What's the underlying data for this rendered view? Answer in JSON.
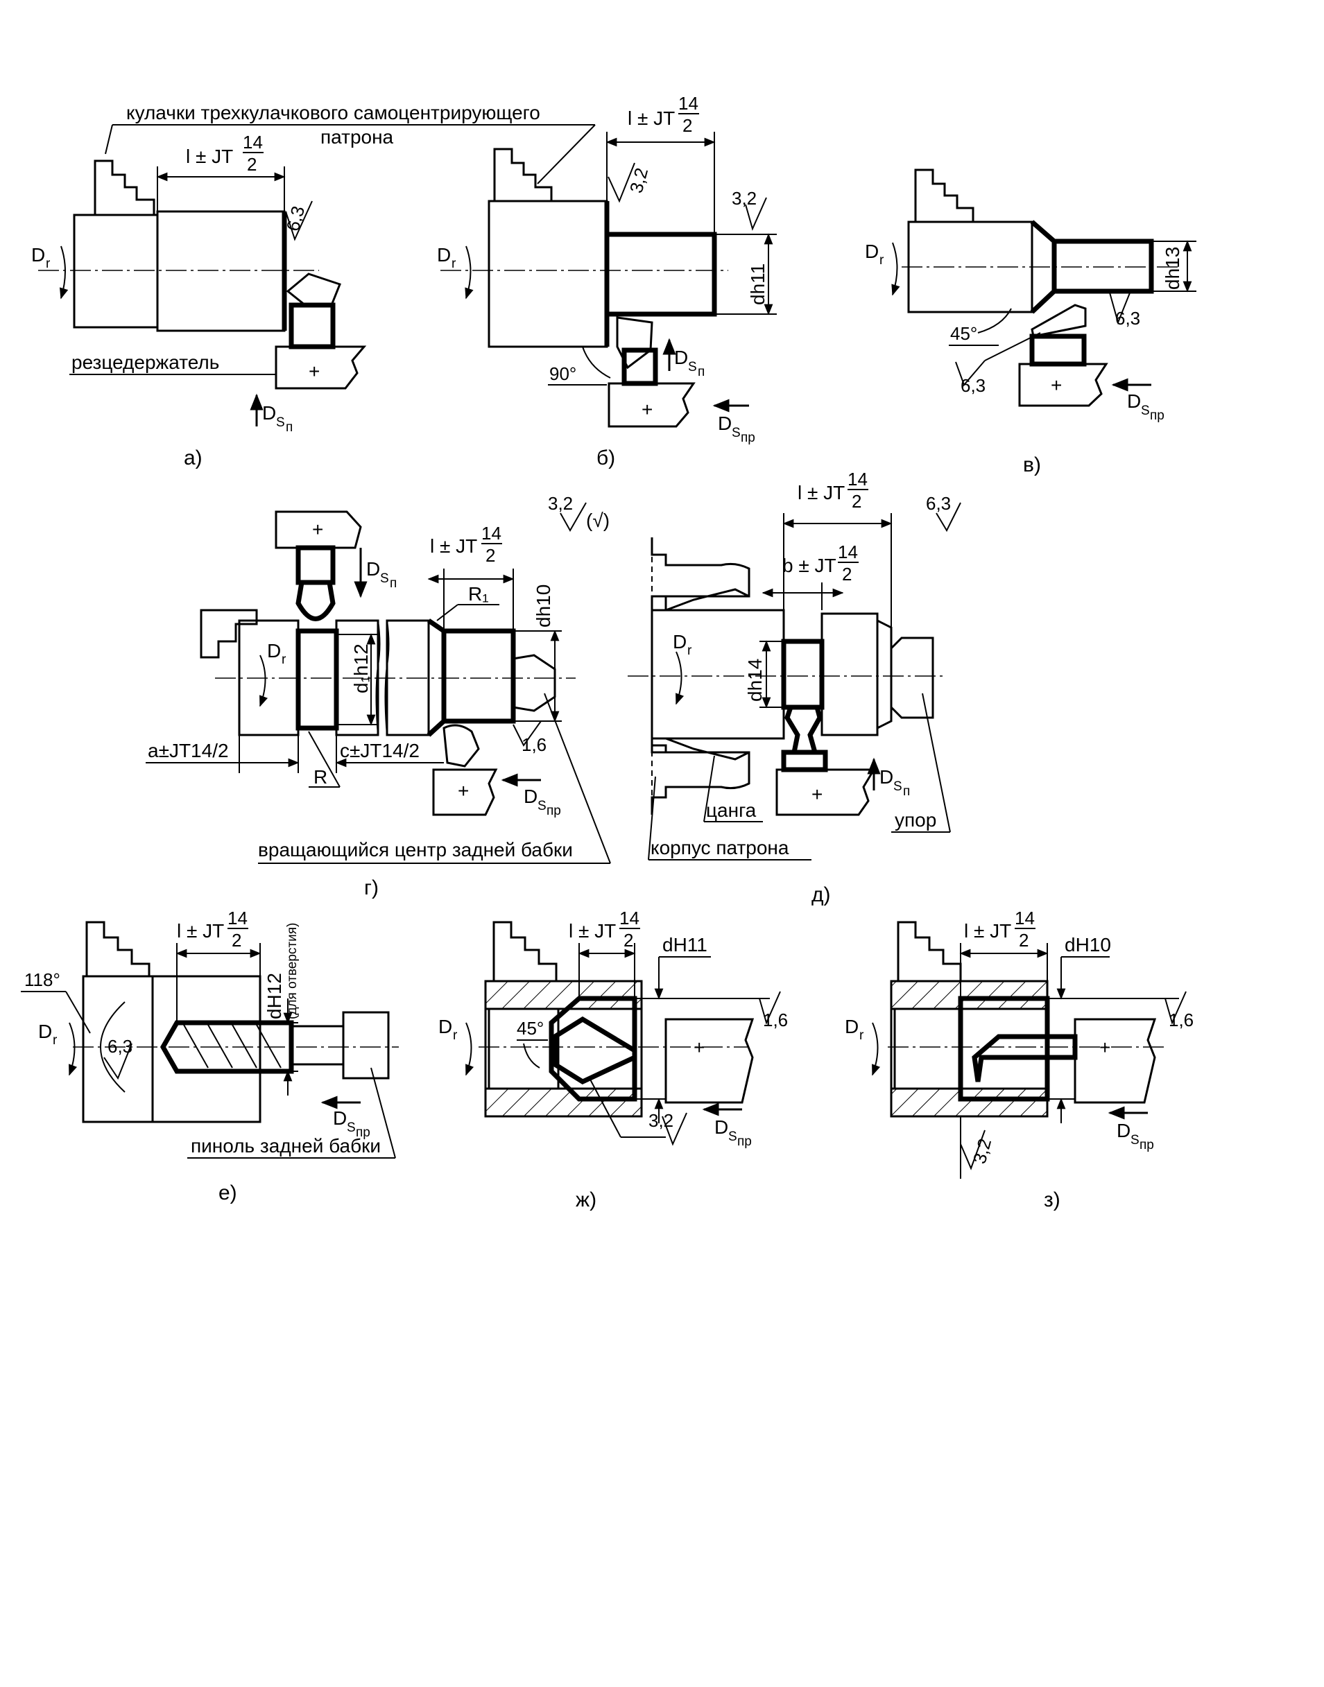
{
  "labels": {
    "chuck_jaws_line1": "кулачки трехкулачкового самоцентрирующего",
    "chuck_jaws_line2": "патрона",
    "tool_holder": "резцедержатель",
    "tailstock_center": "вращающийся центр задней бабки",
    "collet": "цанга",
    "chuck_body": "корпус патрона",
    "stop": "упор",
    "tailstock_quill": "пиноль задней бабки",
    "for_hole": "(для отверстия)"
  },
  "captions": [
    "а)",
    "б)",
    "в)",
    "г)",
    "д)",
    "е)",
    "ж)",
    "з)"
  ],
  "symbols": {
    "rotation": "D",
    "rotation_sub": "r",
    "feed": "D",
    "feed_sub_s": "S",
    "feed_cross": "п",
    "feed_long": "пр"
  },
  "tolerance": {
    "l_prefix": "l ± JT",
    "b_prefix": "b ± JT",
    "num": "14",
    "den": "2",
    "a_text": "a±JT14/2",
    "c_text": "c±JT14/2"
  },
  "roughness": {
    "r63": "6,3",
    "r32": "3,2",
    "r16": "1,6",
    "r32_general": "3,2",
    "r32_general_suffix": "(√)"
  },
  "dimensions": {
    "dh11": "dh11",
    "dh13": "dh13",
    "dh10": "dh10",
    "d1h12": "d₁h12",
    "dh14": "dh14",
    "dH12": "dH12",
    "dH11": "dH11",
    "dH10": "dH10",
    "R": "R",
    "R1": "R₁"
  },
  "angles": {
    "a90": "90°",
    "a45": "45°",
    "a118": "118°"
  }
}
